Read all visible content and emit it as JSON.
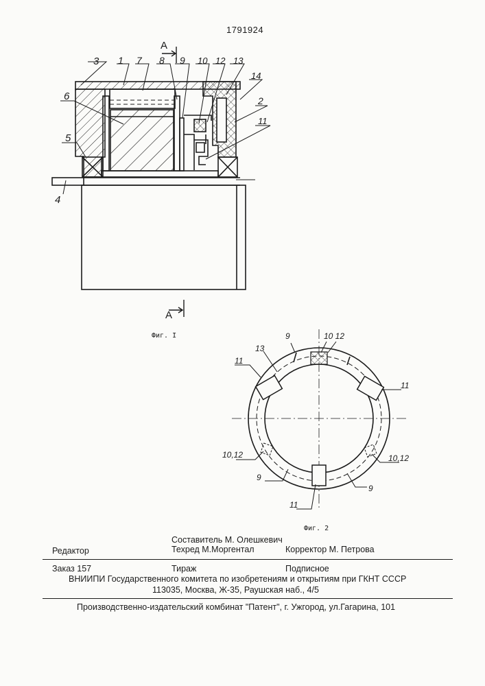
{
  "patent_number": "1791924",
  "fig1": {
    "caption": "Фиг. I",
    "section_mark": "A",
    "labels": [
      "3",
      "1",
      "7",
      "8",
      "9",
      "10",
      "12",
      "13",
      "14",
      "2",
      "6",
      "11",
      "5",
      "4"
    ]
  },
  "fig2": {
    "caption": "Фиг. 2",
    "labels": {
      "top_9": "9",
      "top_10_12": "10 12",
      "left_13": "13",
      "left_11": "11",
      "right_11": "11",
      "lower_left_10_12": "10,12",
      "lower_right_10_12": "10,12",
      "bottom_left_9": "9",
      "bottom_right_9": "9",
      "bottom_11": "11"
    }
  },
  "imprint": {
    "compiler": "Составитель  М. Олешкевич",
    "editor": "Редактор",
    "techred": "Техред М.Моргентал",
    "corrector": "Корректор М. Петрова",
    "order": "Заказ  157",
    "circulation": "Тираж",
    "subscription": "Подписное",
    "vniipi": "ВНИИПИ Государственного комитета по изобретениям и открытиям при ГКНТ СССР",
    "address": "113035, Москва, Ж-35, Раушская наб., 4/5",
    "publisher": "Производственно-издательский комбинат \"Патент\", г. Ужгород, ул.Гагарина, 101"
  }
}
